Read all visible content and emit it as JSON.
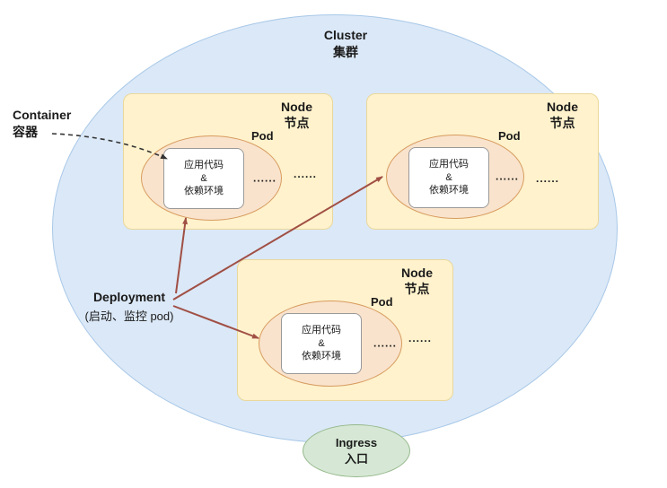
{
  "colors": {
    "cluster_fill": "#dbe8f7",
    "cluster_border": "#a8c8e8",
    "node_fill": "#fff2cc",
    "node_border": "#e9d89c",
    "pod_fill": "#f9e3cc",
    "pod_border": "#d79b5f",
    "box_fill": "#ffffff",
    "box_border": "#999999",
    "ingress_fill": "#d6e8d5",
    "ingress_border": "#95b88b",
    "arrow": "#a04f44",
    "dashed_arrow": "#333333",
    "text": "#1a1a1a"
  },
  "cluster": {
    "label_en": "Cluster",
    "label_zh": "集群"
  },
  "container_label": {
    "label_en": "Container",
    "label_zh": "容器"
  },
  "deployment": {
    "label": "Deployment",
    "sublabel": "(启动、监控 pod)"
  },
  "ingress": {
    "label_en": "Ingress",
    "label_zh": "入口"
  },
  "nodes": [
    {
      "label_en": "Node",
      "label_zh": "节点",
      "pod_label": "Pod",
      "box_lines": [
        "应用代码",
        "&",
        "依赖环境"
      ],
      "dots_inner": "......",
      "dots_outer": "......"
    },
    {
      "label_en": "Node",
      "label_zh": "节点",
      "pod_label": "Pod",
      "box_lines": [
        "应用代码",
        "&",
        "依赖环境"
      ],
      "dots_inner": "......",
      "dots_outer": "......"
    },
    {
      "label_en": "Node",
      "label_zh": "节点",
      "pod_label": "Pod",
      "box_lines": [
        "应用代码",
        "&",
        "依赖环境"
      ],
      "dots_inner": "......",
      "dots_outer": "......"
    }
  ]
}
